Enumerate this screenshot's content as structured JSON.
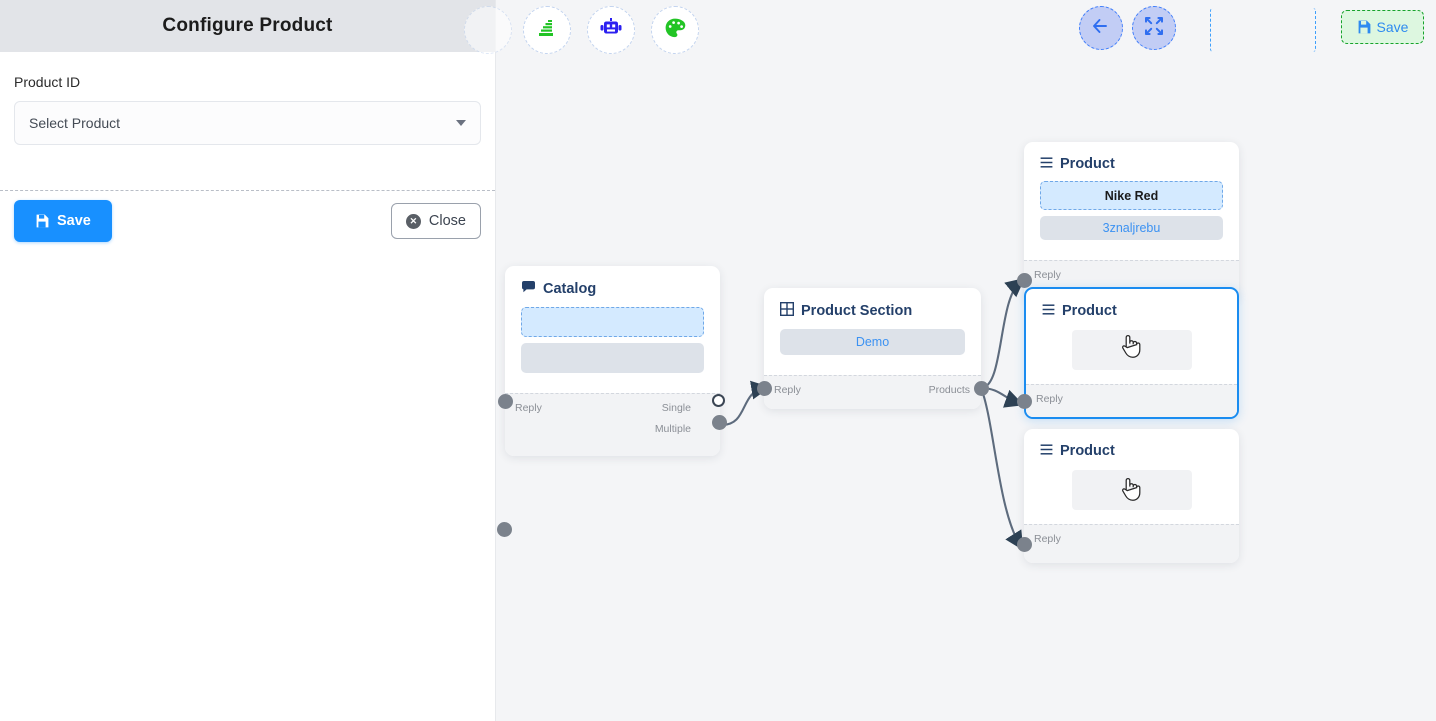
{
  "panel": {
    "title": "Configure Product",
    "field_label": "Product ID",
    "select_placeholder": "Select Product",
    "save_label": "Save",
    "close_label": "Close",
    "save_icon": "save-icon",
    "close_icon": "close-circle-icon",
    "caret_icon": "chevron-down-icon",
    "accent_color": "#1890ff",
    "header_bg": "#e2e4e8"
  },
  "toolbar": {
    "icons": [
      {
        "name": "layers-stack-icon",
        "color": "#22c425"
      },
      {
        "name": "robot-icon",
        "color": "#2b1ff0"
      },
      {
        "name": "palette-icon",
        "color": "#22c425"
      }
    ],
    "back_icon": "arrow-left-icon",
    "fit_icon": "collapse-fullscreen-icon",
    "save_label": "Save",
    "save_icon": "save-icon",
    "save_border_color": "#17a32c",
    "save_bg": "#ddf7e0",
    "save_text_color": "#2e8bf0"
  },
  "canvas": {
    "background": "#f4f5f7",
    "nodes": [
      {
        "id": "catalog",
        "title": "Catalog",
        "icon": "chat-bubble-icon",
        "selected": false,
        "items": [
          {
            "type": "blank-blue",
            "label": ""
          },
          {
            "type": "blank-gray",
            "label": ""
          }
        ],
        "ports_in": [
          {
            "label": "Reply",
            "filled": true
          }
        ],
        "ports_out": [
          {
            "label": "Single",
            "filled": false
          },
          {
            "label": "Multiple",
            "filled": true
          }
        ]
      },
      {
        "id": "product-section",
        "title": "Product Section",
        "icon": "table-grid-icon",
        "selected": false,
        "items": [
          {
            "type": "gray-pill",
            "label": "Demo"
          }
        ],
        "ports_in": [
          {
            "label": "Reply",
            "filled": true
          }
        ],
        "ports_out": [
          {
            "label": "Products",
            "filled": true
          }
        ]
      },
      {
        "id": "product-1",
        "title": "Product",
        "icon": "list-lines-icon",
        "selected": false,
        "items": [
          {
            "type": "selected-pill",
            "label": "Nike Red"
          },
          {
            "type": "gray-pill",
            "label": "3znaljrebu"
          }
        ],
        "ports_in": [
          {
            "label": "Reply",
            "filled": true
          }
        ],
        "ports_out": []
      },
      {
        "id": "product-2",
        "title": "Product",
        "icon": "list-lines-icon",
        "selected": true,
        "items": [
          {
            "type": "empty-ph",
            "label": ""
          }
        ],
        "ports_in": [
          {
            "label": "Reply",
            "filled": true
          }
        ],
        "ports_out": []
      },
      {
        "id": "product-3",
        "title": "Product",
        "icon": "list-lines-icon",
        "selected": false,
        "items": [
          {
            "type": "empty-ph",
            "label": ""
          }
        ],
        "ports_in": [
          {
            "label": "Reply",
            "filled": true
          }
        ],
        "ports_out": []
      }
    ],
    "edges": [
      {
        "from": "catalog:Multiple",
        "to": "product-section:Reply"
      },
      {
        "from": "product-section:Products",
        "to": "product-1:Reply"
      },
      {
        "from": "product-section:Products",
        "to": "product-2:Reply"
      },
      {
        "from": "product-section:Products",
        "to": "product-3:Reply"
      }
    ],
    "edge_color": "#5d6b7d",
    "cursors": [
      {
        "on": "product-2",
        "icon": "pointing-hand-cursor"
      },
      {
        "on": "product-3",
        "icon": "pointing-hand-cursor"
      }
    ]
  }
}
